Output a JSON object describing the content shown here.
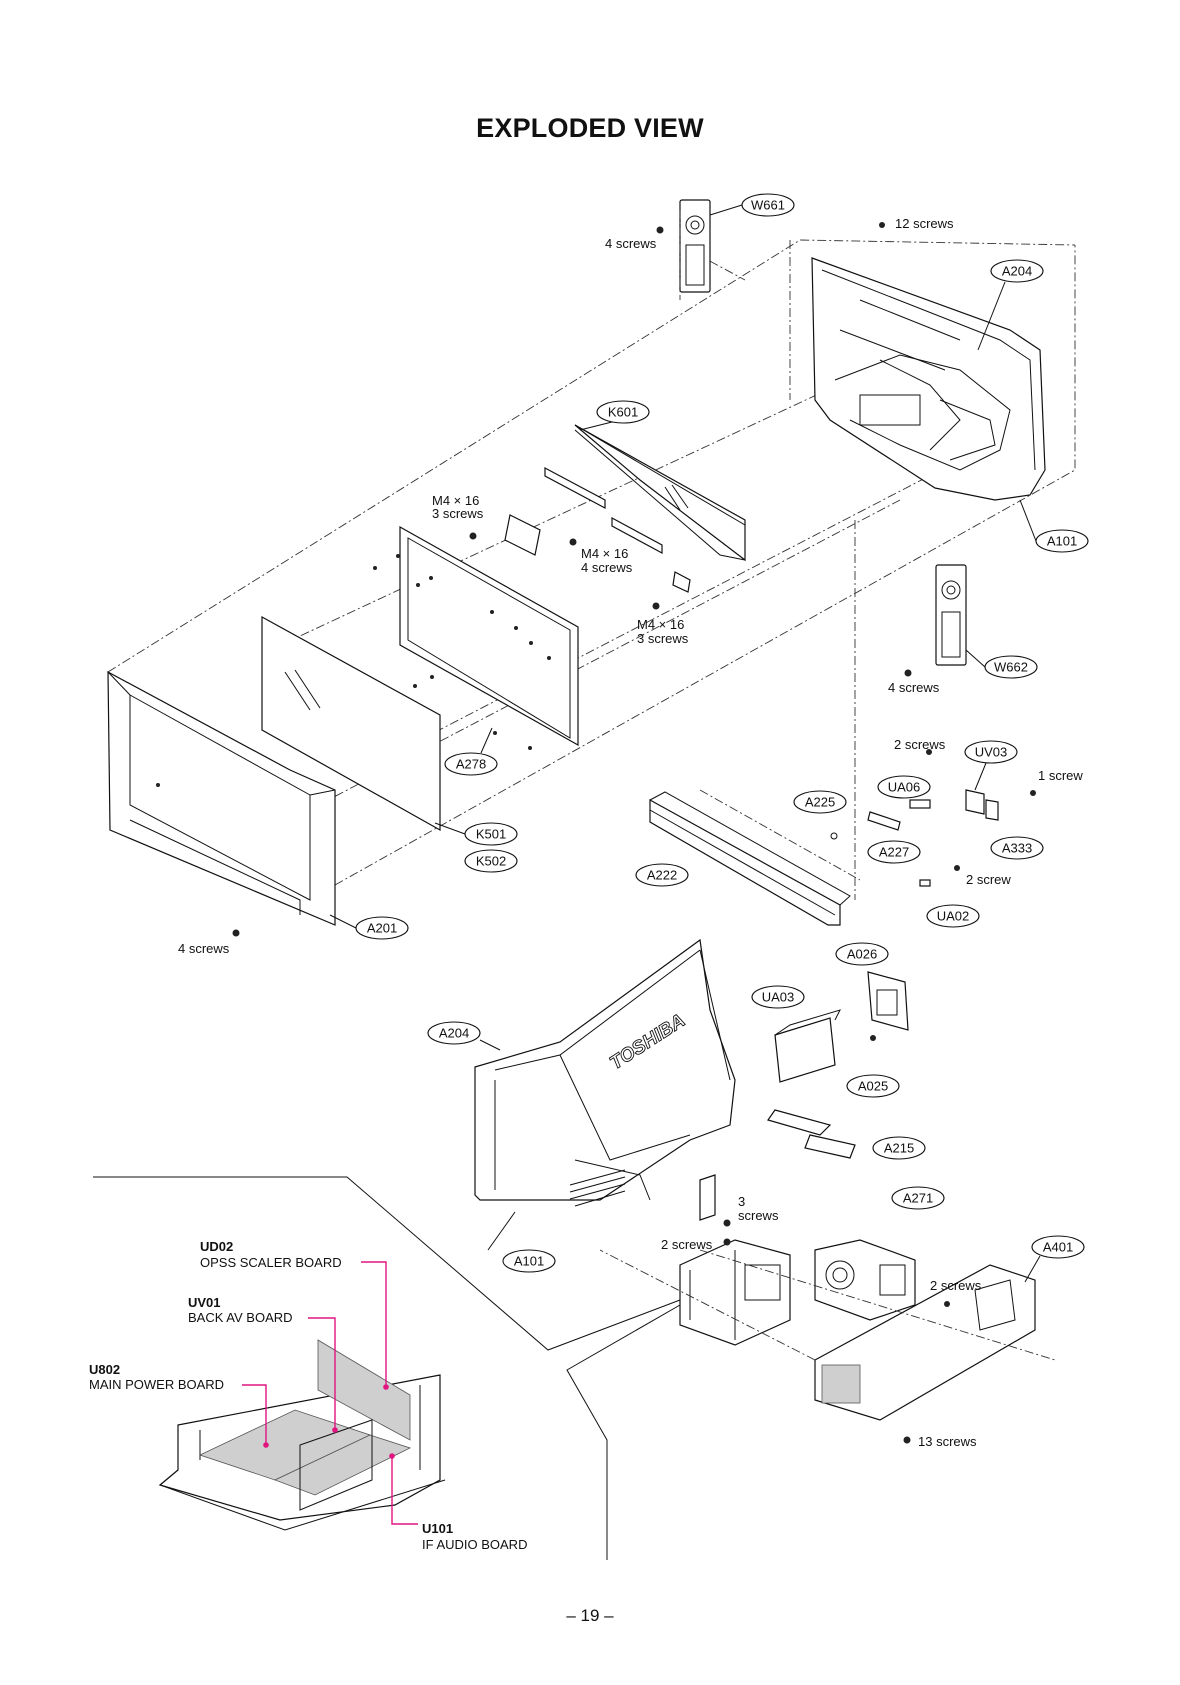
{
  "title": "EXPLODED VIEW",
  "page_number": "– 19 –",
  "callouts": {
    "W661": "W661",
    "A204_top": "A204",
    "K601": "K601",
    "A101_top": "A101",
    "W662": "W662",
    "UV03": "UV03",
    "A278": "A278",
    "A225": "A225",
    "UA06": "UA06",
    "A333": "A333",
    "K501": "K501",
    "K502": "K502",
    "A227": "A227",
    "A222": "A222",
    "UA02": "UA02",
    "A201": "A201",
    "A026": "A026",
    "UA03": "UA03",
    "A204_bottom": "A204",
    "A025": "A025",
    "A215": "A215",
    "A271": "A271",
    "A101_bottom": "A101",
    "A401": "A401"
  },
  "notes": {
    "w661_screws": "4 screws",
    "top_screws": "12 screws",
    "m4_a_size": "M4 × 16",
    "m4_a_count": "3 screws",
    "m4_b_size": "M4 × 16",
    "m4_b_count": "4 screws",
    "m4_c_size": "M4 × 16",
    "m4_c_count": "3 screws",
    "w662_screws": "4 screws",
    "uv03_screws": "2 screws",
    "a333_screw": "1 screw",
    "ua02_screw": "2 screw",
    "a201_screws": "4 screws",
    "mid_screws_3": "3",
    "mid_screws_word": "screws",
    "mid_screws_2": "2 screws",
    "a401_screws": "2 screws",
    "bottom_screws": "13 screws"
  },
  "logo_text": "TOSHIBA",
  "boards": [
    {
      "code": "UD02",
      "name": "OPSS SCALER BOARD"
    },
    {
      "code": "UV01",
      "name": "BACK AV BOARD"
    },
    {
      "code": "U802",
      "name": "MAIN POWER BOARD"
    },
    {
      "code": "U101",
      "name": "IF AUDIO BOARD"
    }
  ],
  "colors": {
    "leader": "#e0157f"
  }
}
